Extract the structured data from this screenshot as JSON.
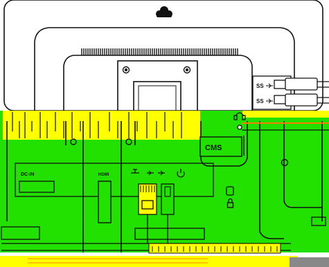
{
  "labels": {
    "usb_a": "SS",
    "usb_b": "SS",
    "cms": "CMS",
    "dc_in": "DC-IN",
    "hdmi": "HDMI"
  },
  "icons": [
    "logo-icon",
    "usb-icon",
    "network-icon",
    "power-icon",
    "headphone-icon",
    "lock-icon",
    "screw-icon"
  ],
  "colors": {
    "green": "#22e000",
    "yellow": "#ffff00",
    "line": "#111111",
    "orange": "#ff7a00",
    "grey": "#888888"
  }
}
